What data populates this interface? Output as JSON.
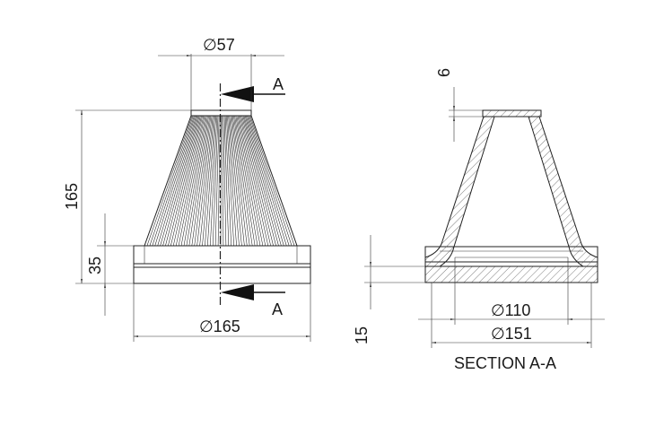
{
  "drawing": {
    "front_view": {
      "dim_top_diameter": "∅57",
      "dim_bottom_diameter": "∅165",
      "dim_height_total": "165",
      "dim_height_base": "35",
      "section_label_top": "A",
      "section_label_bottom": "A"
    },
    "section_view": {
      "dim_top_thickness": "6",
      "dim_base_thickness": "15",
      "dim_inner_diameter": "∅110",
      "dim_outer_diameter": "∅151",
      "title": "SECTION A-A"
    }
  }
}
